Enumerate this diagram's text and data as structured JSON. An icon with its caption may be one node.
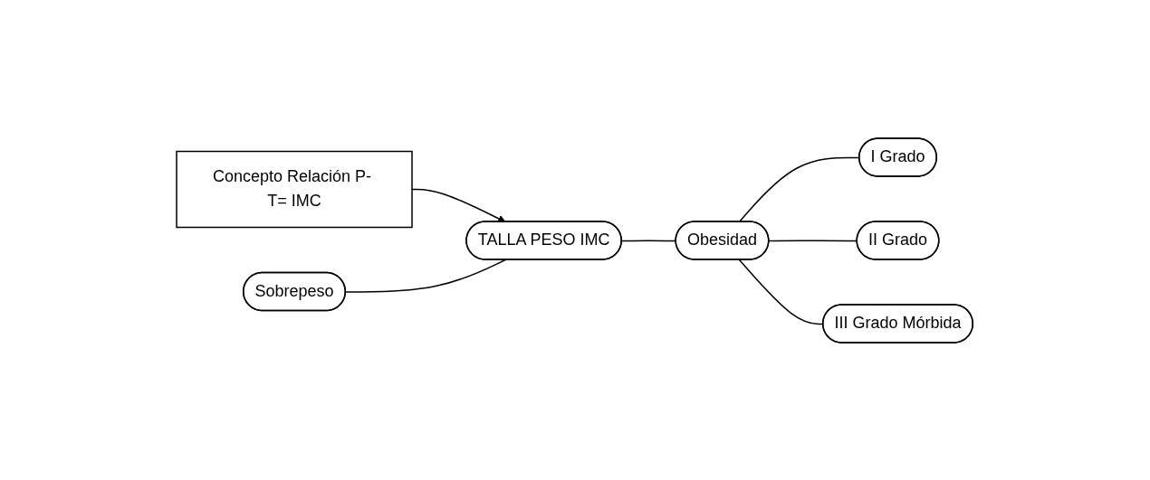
{
  "diagram": {
    "nodes": [
      {
        "text": [
          "I Grado"
        ]
      },
      {
        "text": [
          "II Grado"
        ]
      },
      {
        "text": [
          "Concepto Relación P- T= IMC"
        ]
      },
      {
        "text": [
          "Sobrepeso"
        ]
      },
      {
        "text": [
          "TALLA PESO IMC"
        ]
      },
      {
        "text": [
          "Obesidad"
        ]
      },
      {
        "text": [
          "III Grado Mórbida"
        ]
      }
    ],
    "edges": [
      {
        "from": 2,
        "to": 4,
        "arrow": "to"
      },
      {
        "from": 3,
        "to": 4,
        "arrow": "none"
      },
      {
        "from": 4,
        "to": 5,
        "arrow": "none"
      },
      {
        "from": 5,
        "to": 0,
        "arrow": "none"
      },
      {
        "from": 5,
        "to": 1,
        "arrow": "none"
      },
      {
        "from": 5,
        "to": 6,
        "arrow": "none"
      }
    ]
  }
}
